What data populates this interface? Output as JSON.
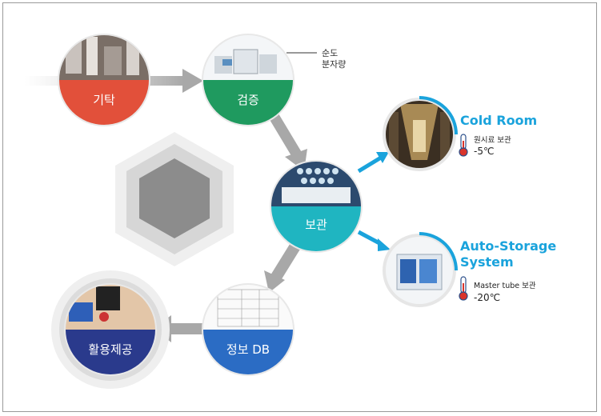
{
  "nodes": {
    "request": {
      "label": "기탁",
      "color": "#e2503a"
    },
    "verify": {
      "label": "검증",
      "color": "#1f9a5f"
    },
    "storage": {
      "label": "보관",
      "color": "#1fb5c1"
    },
    "info_db": {
      "label": "정보 DB",
      "color": "#2b6cc4"
    },
    "provide": {
      "label": "활용제공",
      "color": "#2a3a8c"
    }
  },
  "verify_note": {
    "line1": "순도",
    "line2": "분자량"
  },
  "cold_room": {
    "title": "Cold Room",
    "desc": "원시료 보관",
    "temp": "-5℃"
  },
  "auto_storage": {
    "title_line1": "Auto-Storage",
    "title_line2": "System",
    "desc": "Master tube 보관",
    "temp": "-20℃"
  },
  "colors": {
    "accent": "#1aa3dc",
    "arrow_gray": "#9a9a9a",
    "hex_outer": "#f0f0f0",
    "hex_mid": "#d4d4d4",
    "hex_inner": "#8a8a8a",
    "thermo_red": "#d9342b"
  }
}
